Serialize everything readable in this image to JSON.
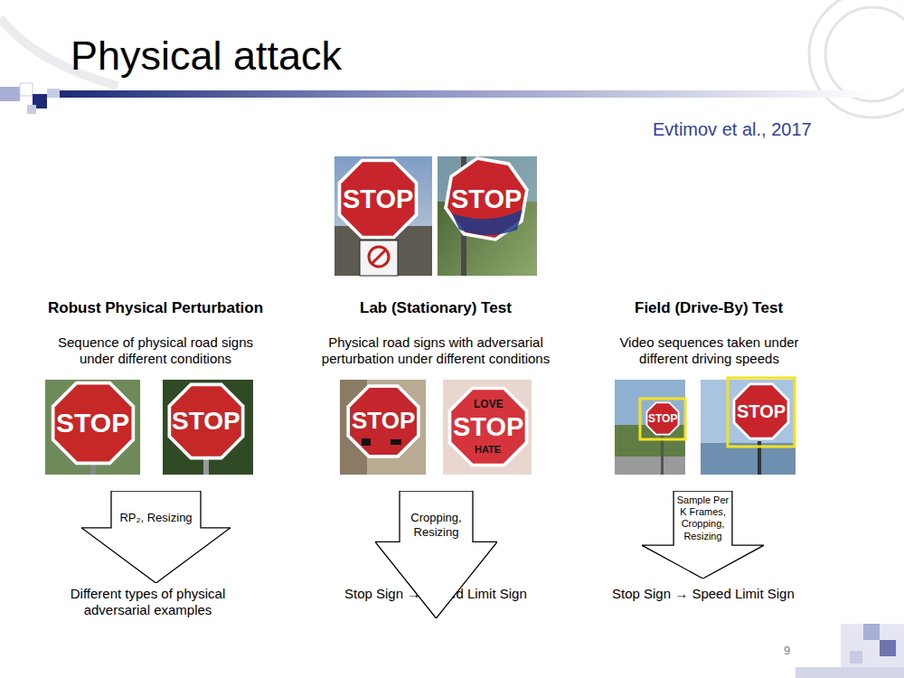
{
  "diagram": {
    "title": "Physical attack",
    "nodes": [
      {
        "text": [
          "RP₂, Resizing"
        ]
      },
      {
        "text": [
          "Cropping, Resizing"
        ]
      },
      {
        "text": [
          "Sample Per K Frames, Cropping, Resizing"
        ]
      }
    ],
    "labels": [
      "Evtimov et al., 2017",
      "STOP",
      "STOP",
      "Robust Physical Perturbation",
      "Lab (Stationary) Test",
      "Field (Drive-By) Test",
      "Sequence of physical road signs under different conditions",
      "Physical road signs with adversarial perturbation under different conditions",
      "Video sequences taken under different driving speeds",
      "STOP",
      "STOP",
      "STOP",
      "LOVE",
      "STOP",
      "HATE",
      "STOP",
      "STOP",
      "Different types of physical adversarial examples",
      "Stop Sign → Speed Limit Sign",
      "Stop Sign → Speed Limit Sign",
      "9"
    ]
  }
}
